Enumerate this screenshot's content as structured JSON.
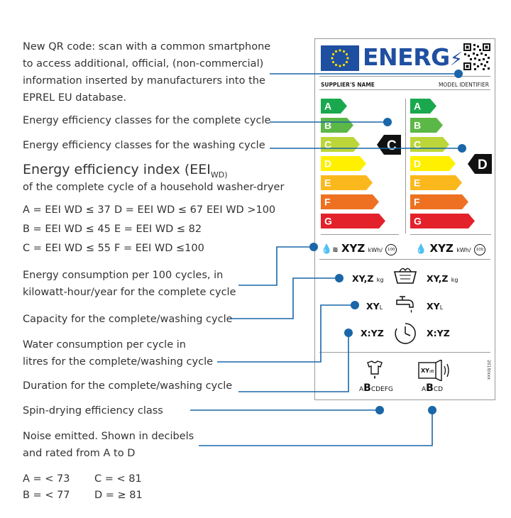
{
  "annotations": {
    "qr_line1": "New QR code: scan with a common smartphone",
    "qr_line2": "to access additional, official, (non-commercial)",
    "qr_line3": "information inserted by manufacturers into the",
    "qr_line4": "EPREL EU database.",
    "complete_cycle": "Energy efficiency classes for the complete cycle",
    "washing_cycle": "Energy efficiency classes for the washing cycle",
    "eei_title": "Energy efficiency index (EEI",
    "eei_sub": "WD)",
    "eei_desc": "of the complete cycle of a household washer-dryer",
    "energy_line1": "Energy consumption per 100 cycles, in",
    "energy_line2": "kilowatt-hour/year for the complete cycle",
    "capacity": "Capacity for the complete/washing cycle",
    "water_line1": "Water consumption per cycle in",
    "water_line2": "litres for the complete/washing cycle",
    "duration": "Duration for the complete/washing cycle",
    "spin": "Spin-drying efficiency class",
    "noise_line1": "Noise emitted. Shown in decibels",
    "noise_line2": "and rated from A to D"
  },
  "eei_classes": [
    "A = EEI WD ≤ 37",
    "D = EEI WD ≤ 67",
    "EEI WD >100",
    "B = EEI WD ≤ 45",
    "E = EEI WD ≤ 82",
    "C = EEI WD ≤ 55",
    "F = EEI WD ≤100"
  ],
  "noise_classes": [
    "A = < 73",
    "C = < 81",
    "B = < 77",
    "D = ≥ 81"
  ],
  "label": {
    "brand": "ENERG",
    "supplier": "SUPPLIER'S NAME",
    "model": "MODEL IDENTIFIER",
    "classes": [
      "A",
      "B",
      "C",
      "D",
      "E",
      "F",
      "G"
    ],
    "class_colors": [
      "#1aa84e",
      "#5cb846",
      "#bcd63a",
      "#fff000",
      "#fbb81d",
      "#ee7122",
      "#e3212b"
    ],
    "left_indicator": "C",
    "right_indicator": "D",
    "energy_value": "XYZ",
    "energy_unit": "kWh/",
    "cycles": "100",
    "capacity_value": "XY,Z",
    "capacity_unit": "kg",
    "water_value": "XY",
    "water_unit": "L",
    "duration_value": "X:YZ",
    "spin_prefix": "A",
    "spin_selected": "B",
    "spin_suffix": "CDEFG",
    "noise_icon_text": "XY",
    "noise_icon_unit": "dB",
    "noise_prefix": "A",
    "noise_selected": "B",
    "noise_suffix": "CD",
    "regulation": "2019/xxx"
  },
  "colors": {
    "accent": "#1a66a8",
    "energy_blue": "#1f4fa0"
  }
}
